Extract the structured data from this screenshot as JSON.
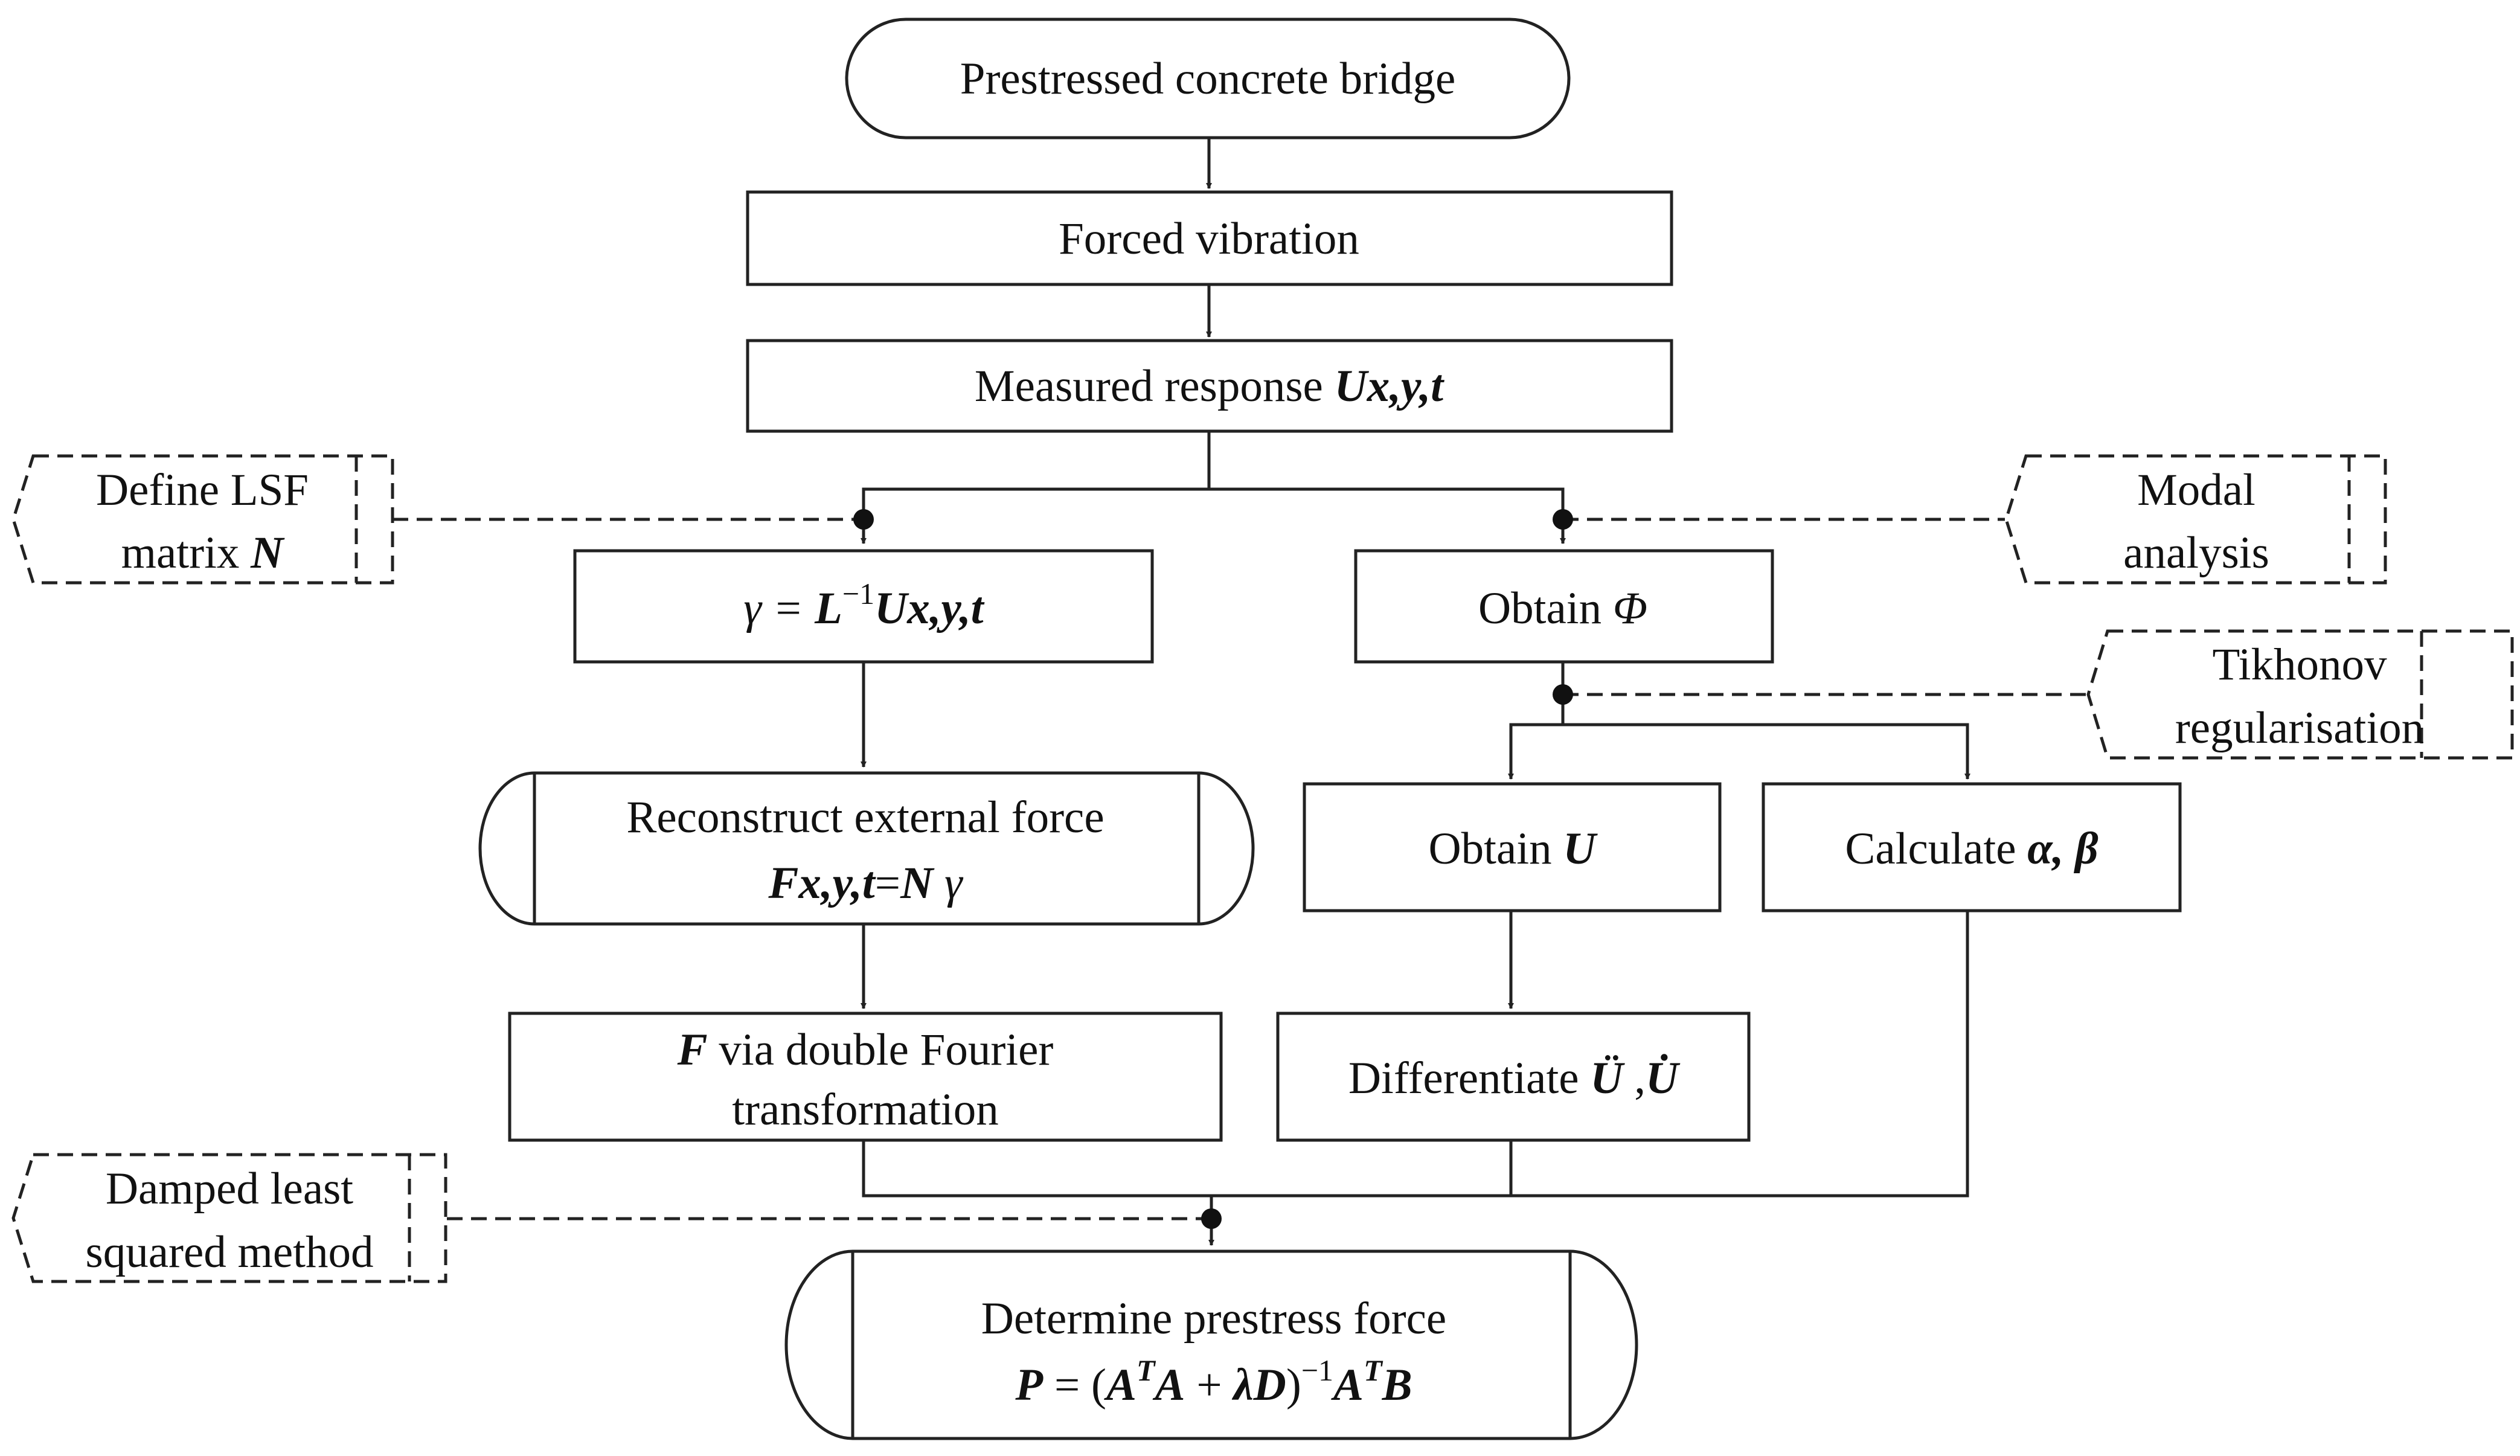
{
  "nodes": {
    "start": "Prestressed concrete bridge",
    "forced": "Forced vibration",
    "measured": {
      "text": "Measured response ",
      "sym": "Ux,y,t"
    },
    "gamma": {
      "g": "γ = ",
      "L": "L",
      "sup": "−1",
      "rest": "Ux,y,t"
    },
    "obtain_phi": {
      "text": "Obtain ",
      "sym": "Φ"
    },
    "reconstruct": {
      "line1": "Reconstruct external force",
      "sym": "Fx,y,t",
      "eq": "=",
      "N": "N",
      "g": " γ"
    },
    "obtain_u": {
      "text": "Obtain ",
      "sym": "U"
    },
    "calculate": {
      "text": "Calculate  ",
      "sym": "α, β"
    },
    "fourier": {
      "F": "F",
      "line1": " via double Fourier",
      "line2": "transformation"
    },
    "differentiate": {
      "text": "Differentiate ",
      "sym1": "Ü",
      "sep": " ,",
      "sym2": "U̇"
    },
    "prestress": {
      "line1": "Determine prestress force",
      "P": "P",
      "eq": " = (",
      "A1": "A",
      "T1": "T",
      "A2": "A",
      "plus": " + ",
      "lam": "λD",
      "close": ")",
      "inv": "−1",
      "A3": "A",
      "T2": "T",
      "B": "B"
    }
  },
  "side_notes": {
    "lsf": {
      "line1": "Define LSF",
      "line2": "matrix ",
      "sym": "N"
    },
    "modal": {
      "line1": "Modal",
      "line2": "analysis"
    },
    "tikhonov": {
      "line1": "Tikhonov",
      "line2": "regularisation"
    },
    "damped": {
      "line1": "Damped least",
      "line2": "squared method"
    }
  }
}
